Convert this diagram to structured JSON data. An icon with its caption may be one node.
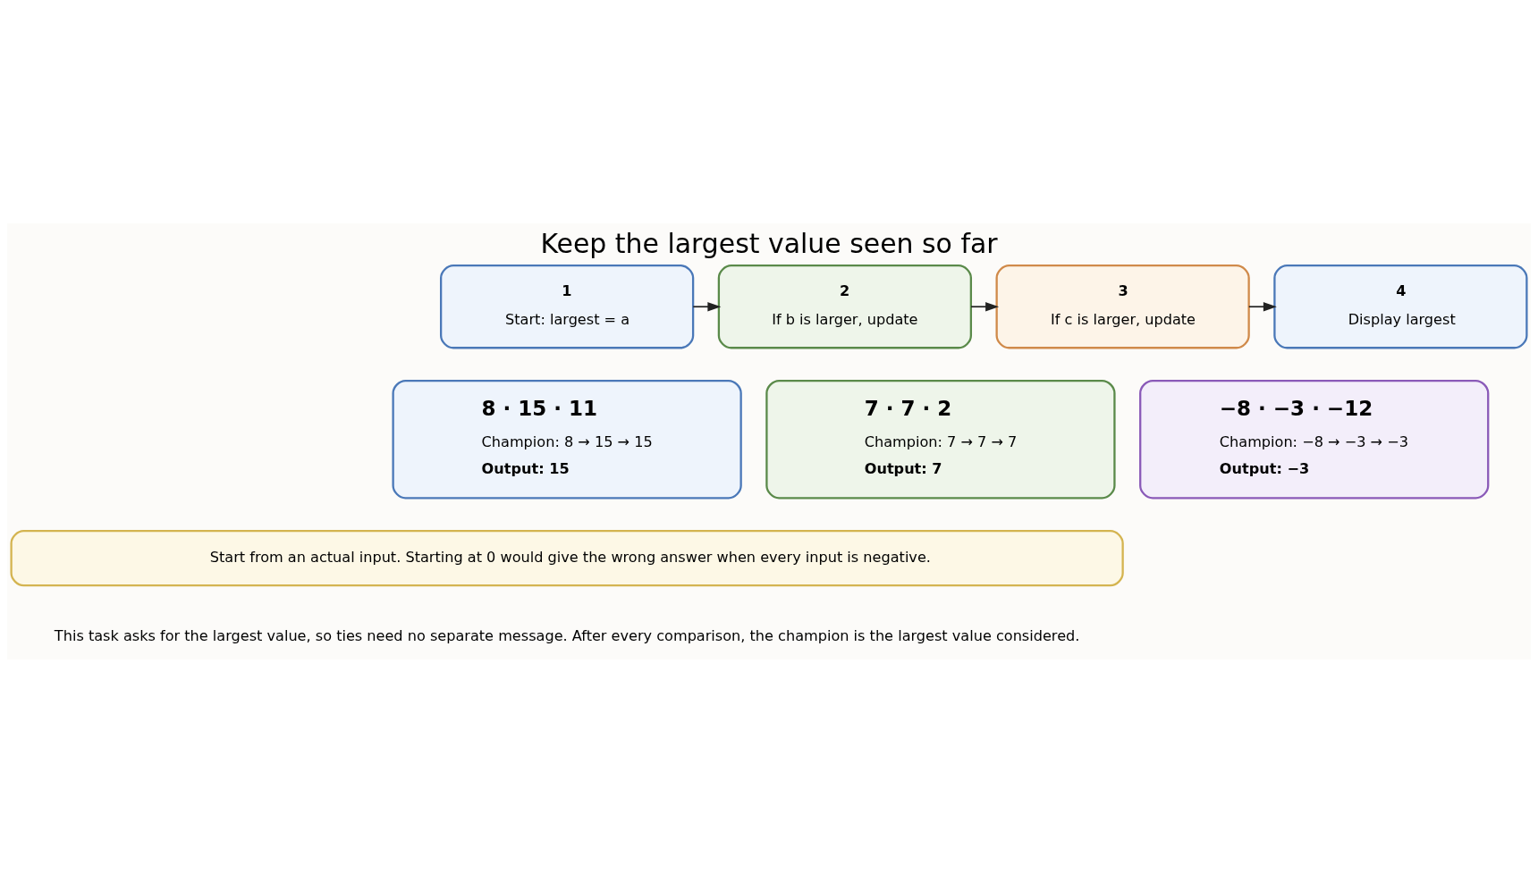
{
  "diagram": {
    "title": "Keep the largest value seen so far",
    "caption": "This task asks for the largest value, so ties need no separate message. After every comparison, the champion is the largest value considered.",
    "nodes": [
      {
        "text": [
          "1",
          "Start: largest = a"
        ]
      },
      {
        "text": [
          "2",
          "If b is larger, update"
        ]
      },
      {
        "text": [
          "3",
          "If c is larger, update"
        ]
      },
      {
        "text": [
          "4",
          "Display largest"
        ]
      },
      {
        "text": [
          "8 · 15 · 11",
          "Champion: 8 → 15 → 15",
          "Output: 15"
        ]
      },
      {
        "text": [
          "7 · 7 · 2",
          "Champion: 7 → 7 → 7",
          "Output: 7"
        ]
      },
      {
        "text": [
          "−8 · −3 · −12",
          "Champion: −8 → −3 → −3",
          "Output: −3"
        ]
      },
      {
        "text": [
          "Start from an actual input. Starting at 0 would give the wrong answer when every input is negative."
        ]
      }
    ],
    "edges": [
      {
        "from": 0,
        "to": 1,
        "arrow": "to"
      },
      {
        "from": 1,
        "to": 2,
        "arrow": "to"
      },
      {
        "from": 2,
        "to": 3,
        "arrow": "to"
      }
    ]
  }
}
